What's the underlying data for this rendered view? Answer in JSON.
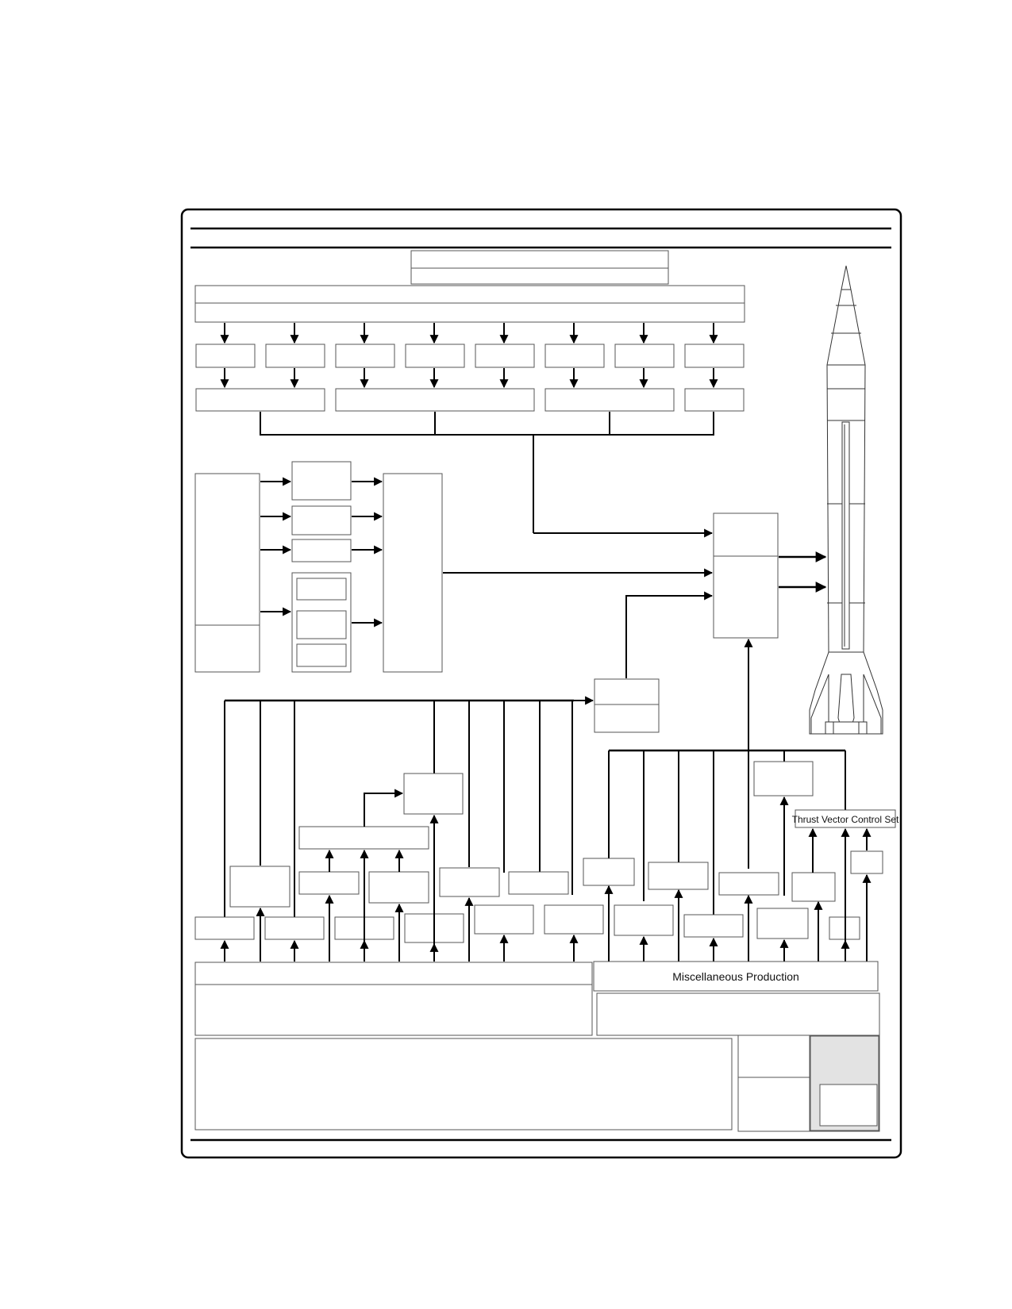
{
  "labels": {
    "misc_production": "Miscellaneous Production",
    "thrust_vector_control_set": "Thrust Vector Control Set"
  },
  "colors": {
    "line": "#000000",
    "box_border": "#555555",
    "shaded_panel": "#e3e3e3"
  },
  "icons": {
    "missile": "missile-illustration"
  }
}
